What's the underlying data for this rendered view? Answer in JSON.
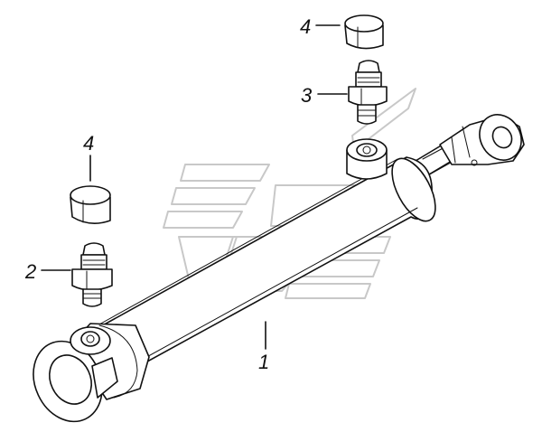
{
  "diagram": {
    "parts": [
      {
        "id": "cylinder",
        "label": "1"
      },
      {
        "id": "fitting-lower",
        "label": "2"
      },
      {
        "id": "fitting-upper",
        "label": "3"
      },
      {
        "id": "cap-upper",
        "label": "4"
      },
      {
        "id": "cap-lower",
        "label": "4"
      }
    ],
    "colors": {
      "ink": "#111111",
      "watermark": "#c8c8c8",
      "background": "#ffffff"
    }
  }
}
